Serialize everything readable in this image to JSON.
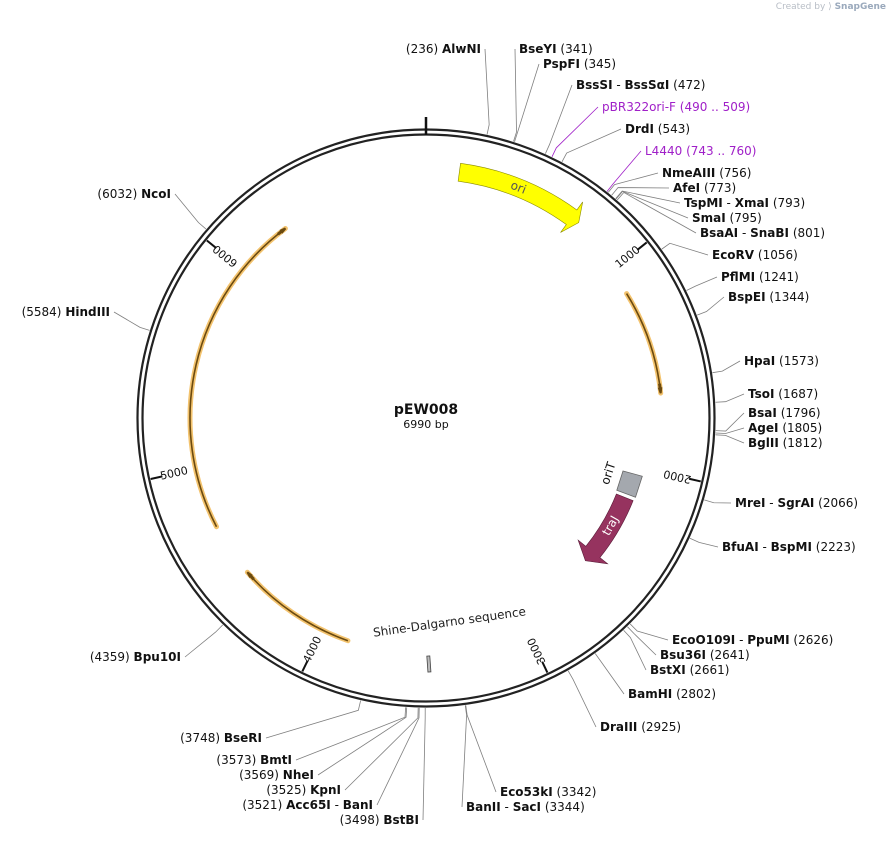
{
  "credit": {
    "text": "Created by",
    "brand": "SnapGene"
  },
  "plasmid": {
    "name": "pEW008",
    "length_label": "6990 bp",
    "length": 6990
  },
  "colors": {
    "backbone": "#222222",
    "ori": "#ffff00",
    "orf_highlight": "#f3c36e",
    "orf_arrow": "#6b4a10",
    "oriT": "#a4a8ae",
    "traJ": "#96335f",
    "primer": "#a020c8",
    "leader": "#7f7f7f"
  },
  "ticks": [
    "1000",
    "2000",
    "3000",
    "4000",
    "5000",
    "6000"
  ],
  "features": [
    {
      "id": "ori",
      "label": "ori",
      "start": 150,
      "end": 738,
      "kind": "ori"
    },
    {
      "id": "oriT",
      "label": "oriT",
      "start": 2040,
      "end": 2150,
      "kind": "oriT"
    },
    {
      "id": "traJ",
      "label": "traJ",
      "start": 2170,
      "end": 2560,
      "kind": "traJ"
    },
    {
      "id": "sd",
      "label": "Shine-Dalgarno sequence",
      "pos": 3480
    }
  ],
  "orfs": [
    {
      "start": 1130,
      "end": 1630
    },
    {
      "start": 3870,
      "end": 4450
    },
    {
      "start": 4710,
      "end": 6280
    }
  ],
  "sites": [
    {
      "name": "AlwNI",
      "pos": "(236)",
      "side": "L"
    },
    {
      "name": "BseYI",
      "pos": "(341)",
      "side": "R"
    },
    {
      "name": "PspFI",
      "pos": "(345)",
      "side": "R"
    },
    {
      "name": "BssSI",
      "sep": "-",
      "name2": "BssSαI",
      "pos": "(472)",
      "side": "R"
    },
    {
      "name": "pBR322ori-F",
      "pos": "(490 .. 509)",
      "side": "R",
      "primer": true
    },
    {
      "name": "DrdI",
      "pos": "(543)",
      "side": "R"
    },
    {
      "name": "L4440",
      "pos": "(743 .. 760)",
      "side": "R",
      "primer": true
    },
    {
      "name": "NmeAIII",
      "pos": "(756)",
      "side": "R"
    },
    {
      "name": "AfeI",
      "pos": "(773)",
      "side": "R"
    },
    {
      "name": "TspMI",
      "sep": "-",
      "name2": "XmaI",
      "pos": "(793)",
      "side": "R"
    },
    {
      "name": "SmaI",
      "pos": "(795)",
      "side": "R"
    },
    {
      "name": "BsaAI",
      "sep": "-",
      "name2": "SnaBI",
      "pos": "(801)",
      "side": "R"
    },
    {
      "name": "EcoRV",
      "pos": "(1056)",
      "side": "R"
    },
    {
      "name": "PflMI",
      "pos": "(1241)",
      "side": "R"
    },
    {
      "name": "BspEI",
      "pos": "(1344)",
      "side": "R"
    },
    {
      "name": "HpaI",
      "pos": "(1573)",
      "side": "R"
    },
    {
      "name": "TsoI",
      "pos": "(1687)",
      "side": "R"
    },
    {
      "name": "BsaI",
      "pos": "(1796)",
      "side": "R"
    },
    {
      "name": "AgeI",
      "pos": "(1805)",
      "side": "R"
    },
    {
      "name": "BglII",
      "pos": "(1812)",
      "side": "R"
    },
    {
      "name": "MreI",
      "sep": "-",
      "name2": "SgrAI",
      "pos": "(2066)",
      "side": "R"
    },
    {
      "name": "BfuAI",
      "sep": "-",
      "name2": "BspMI",
      "pos": "(2223)",
      "side": "R"
    },
    {
      "name": "EcoO109I",
      "sep": "-",
      "name2": "PpuMI",
      "pos": "(2626)",
      "side": "R"
    },
    {
      "name": "Bsu36I",
      "pos": "(2641)",
      "side": "R"
    },
    {
      "name": "BstXI",
      "pos": "(2661)",
      "side": "R"
    },
    {
      "name": "BamHI",
      "pos": "(2802)",
      "side": "R"
    },
    {
      "name": "DraIII",
      "pos": "(2925)",
      "side": "R"
    },
    {
      "name": "Eco53kI",
      "pos": "(3342)",
      "side": "R"
    },
    {
      "name": "BanII",
      "sep": "-",
      "name2": "SacI",
      "pos": "(3344)",
      "side": "R"
    },
    {
      "name": "BstBI",
      "pos": "(3498)",
      "side": "L"
    },
    {
      "name": "Acc65I",
      "sep": "-",
      "name2": "BanI",
      "pos": "(3521)",
      "side": "L"
    },
    {
      "name": "KpnI",
      "pos": "(3525)",
      "side": "L"
    },
    {
      "name": "NheI",
      "pos": "(3569)",
      "side": "L"
    },
    {
      "name": "BmtI",
      "pos": "(3573)",
      "side": "L"
    },
    {
      "name": "BseRI",
      "pos": "(3748)",
      "side": "L"
    },
    {
      "name": "Bpu10I",
      "pos": "(4359)",
      "side": "L"
    },
    {
      "name": "HindIII",
      "pos": "(5584)",
      "side": "L"
    },
    {
      "name": "NcoI",
      "pos": "(6032)",
      "side": "L"
    }
  ]
}
